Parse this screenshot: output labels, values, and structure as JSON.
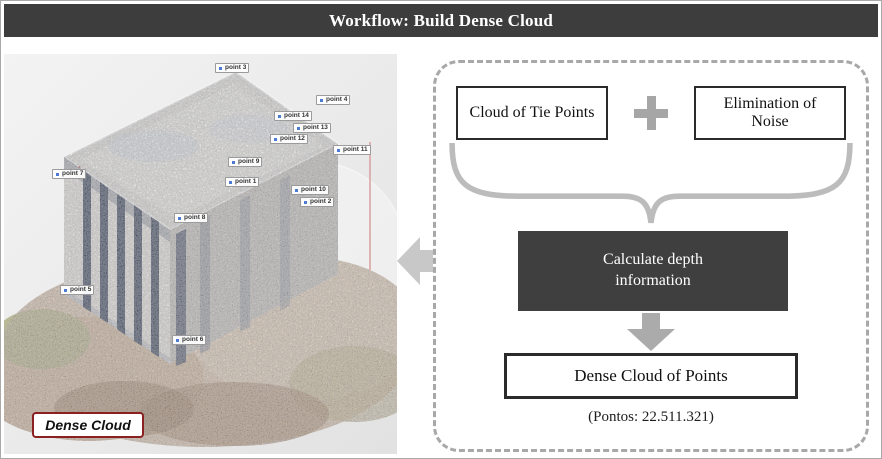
{
  "header": {
    "title": "Workflow: Build Dense Cloud"
  },
  "image_panel": {
    "caption": "Dense Cloud",
    "point_labels": [
      "point 3",
      "point 4",
      "point 14",
      "point 13",
      "point 12",
      "point 11",
      "point 9",
      "point 7",
      "point 1",
      "point 10",
      "point 2",
      "point 8",
      "point 5",
      "point 6"
    ]
  },
  "flowchart": {
    "tie_points_label": "Cloud of Tie Points",
    "noise_label": "Elimination of Noise",
    "depth_label": "Calculate depth information",
    "dense_label": "Dense Cloud of Points",
    "points_count": "(Pontos: 22.511.321)"
  },
  "icons": {
    "plus": "plus-icon",
    "left_arrow": "arrow-left-icon",
    "down_arrow": "arrow-down-icon",
    "brace": "curly-brace-icon",
    "point_flag": "point-flag-icon"
  },
  "colors": {
    "header_bg": "#3d3d3d",
    "dark_box_bg": "#3f3f3f",
    "caption_border": "#8b2020",
    "arrow_gray": "#b9b9b9",
    "dashed_border": "#a8a8a8",
    "window_stripe": "#2f3a50"
  }
}
